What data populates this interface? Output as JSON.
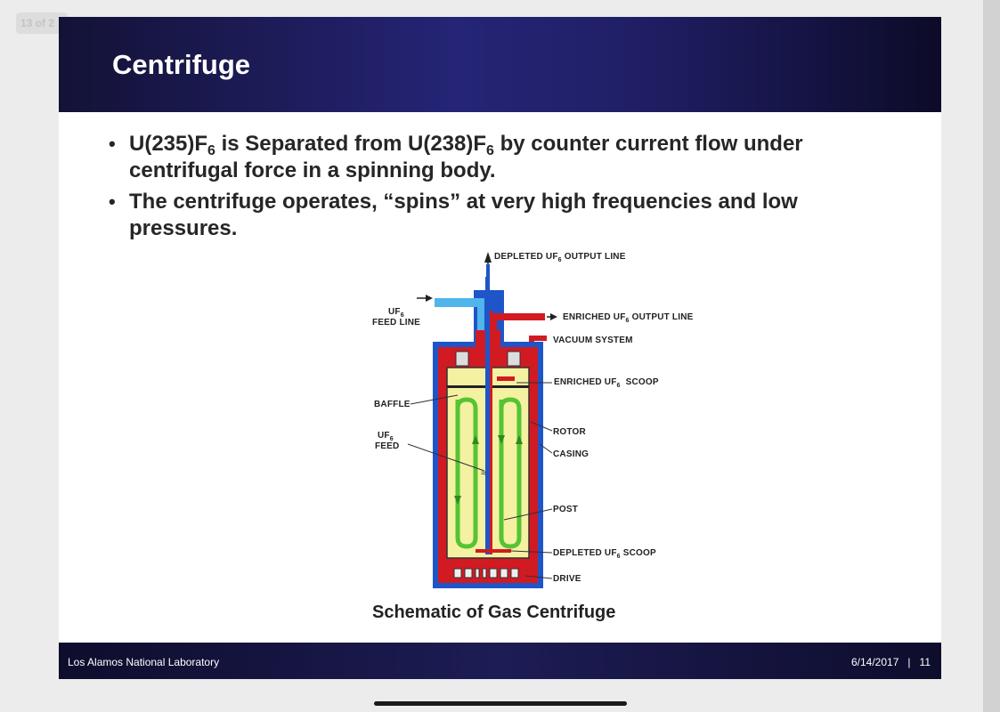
{
  "viewer": {
    "page_counter": "13 of 2"
  },
  "slide": {
    "title": "Centrifuge",
    "bullets": [
      {
        "parts": [
          "U(235)F",
          "6",
          " is Separated from U(238)F",
          "6",
          " by counter current flow under centrifugal force in a spinning body."
        ]
      },
      {
        "text": "The centrifuge operates, “spins” at very high frequencies and low pressures."
      }
    ],
    "diagram": {
      "labels": {
        "depleted_output": [
          "DEPLETED UF",
          "6",
          " OUTPUT LINE"
        ],
        "feed_line_uf": [
          "UF",
          "6"
        ],
        "feed_line": "FEED LINE",
        "enriched_output": [
          "ENRICHED UF",
          "6",
          " OUTPUT LINE"
        ],
        "vacuum": "VACUUM SYSTEM",
        "enriched_scoop": [
          "ENRICHED UF",
          "6",
          "  SCOOP"
        ],
        "baffle": "BAFFLE",
        "feed_uf": [
          "UF",
          "6"
        ],
        "feed": "FEED",
        "rotor": "ROTOR",
        "casing": "CASING",
        "post": "POST",
        "depleted_scoop": [
          "DEPLETED UF",
          "6",
          " SCOOP"
        ],
        "drive": "DRIVE"
      },
      "colors": {
        "casing_red": "#d11a22",
        "outer_blue": "#1e55c8",
        "rotor_fill": "#f4f1a2",
        "flow_green": "#55c432",
        "feed_light_blue": "#4fb5ea"
      },
      "caption": "Schematic of Gas Centrifuge"
    },
    "footer": {
      "org": "Los Alamos National Laboratory",
      "date": "6/14/2017",
      "separator": "|",
      "page": "11"
    }
  }
}
